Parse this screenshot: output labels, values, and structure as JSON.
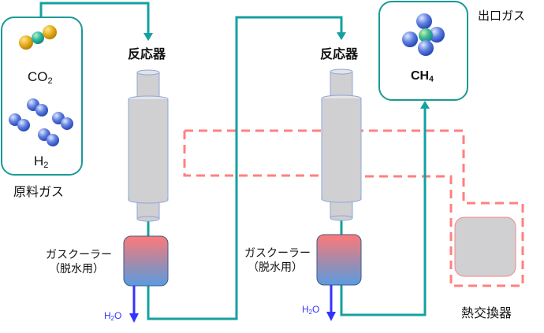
{
  "feed": {
    "label": "原料ガス",
    "molecules": [
      {
        "formula_main": "CO",
        "formula_sub": "2",
        "icon": "co2-molecule-icon"
      },
      {
        "formula_main": "H",
        "formula_sub": "2",
        "icon": "h2-molecule-icon"
      }
    ]
  },
  "reactors": [
    {
      "label": "反応器"
    },
    {
      "label": "反応器"
    }
  ],
  "coolers": [
    {
      "label_line1": "ガスクーラー",
      "label_line2": "（脱水用）",
      "drain_main": "H",
      "drain_sub": "2",
      "drain_tail": "O"
    },
    {
      "label_line1": "ガスクーラー",
      "label_line2": "（脱水用）",
      "drain_main": "H",
      "drain_sub": "2",
      "drain_tail": "O"
    }
  ],
  "outlet": {
    "label": "出口ガス",
    "formula_main": "CH",
    "formula_sub": "4",
    "icon": "ch4-molecule-icon"
  },
  "heat_exchanger": {
    "label": "熱交換器"
  },
  "colors": {
    "pipe": "#16a0a0",
    "box_border": "#1a9a96",
    "dashed_loop": "#ff8080",
    "water_arrow": "#3333ff",
    "cooler_top": "#ff7878",
    "cooler_bottom": "#5a9be0",
    "reactor_fill": "#d0cfd1",
    "reactor_stroke": "#8ea8d8"
  }
}
